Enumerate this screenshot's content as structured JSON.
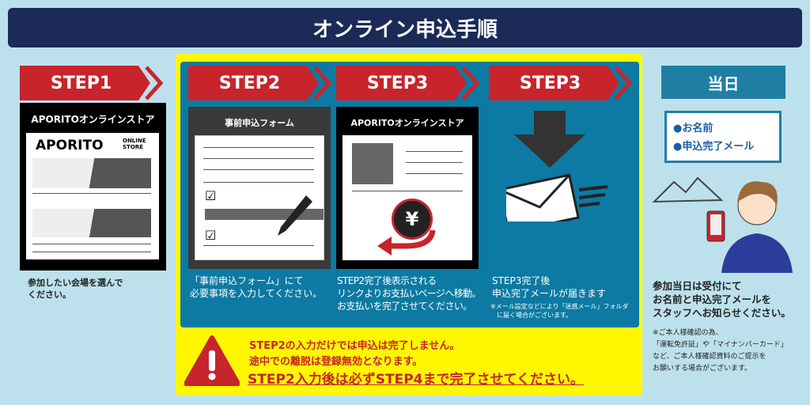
{
  "title": "オンライン申込手順",
  "steps": [
    {
      "label": "STEP1",
      "panel_title": "APORITOオンラインストア",
      "logo": "APORITO",
      "logo_sub": "ONLINE STORE",
      "desc": "参加したい会場を選んで\nください。"
    },
    {
      "label": "STEP2",
      "panel_title": "事前申込フォーム",
      "desc": "「事前申込フォーム」にて\n必要事項を入力してください。"
    },
    {
      "label": "STEP3",
      "panel_title": "APORITOオンラインストア",
      "yen": "¥",
      "desc": "STEP2完了後表示される\nリンクよりお支払いページへ移動。\nお支払いを完了させてください。"
    },
    {
      "label": "STEP3",
      "desc": "STEP3完了後\n申込完了メールが届きます",
      "note": "※メール設定などにより「迷惑メール」フォルダ\n　に届く場合がございます。"
    }
  ],
  "day": {
    "label": "当日",
    "items": [
      "●お名前",
      "●申込完了メール"
    ],
    "desc": "参加当日は受付にて\nお名前と申込完了メールを\nスタッフへお知らせください。",
    "note": "※ご本人様確認の為、\n「運転免許証」や「マイナンバーカード」\nなど、ご本人様確認資料のご提示を\nお願いする場合がございます。"
  },
  "warning": {
    "line1": "STEP2の入力だけでは申込は完了しません。",
    "line2": "途中での離脱は登録無効となります。",
    "line3": "STEP2入力後は必ずSTEP4まで完了させてください。"
  },
  "colors": {
    "red": "#c8242c",
    "navy": "#1b2a57",
    "teal": "#0c7aa2",
    "yellow": "#fff700"
  }
}
